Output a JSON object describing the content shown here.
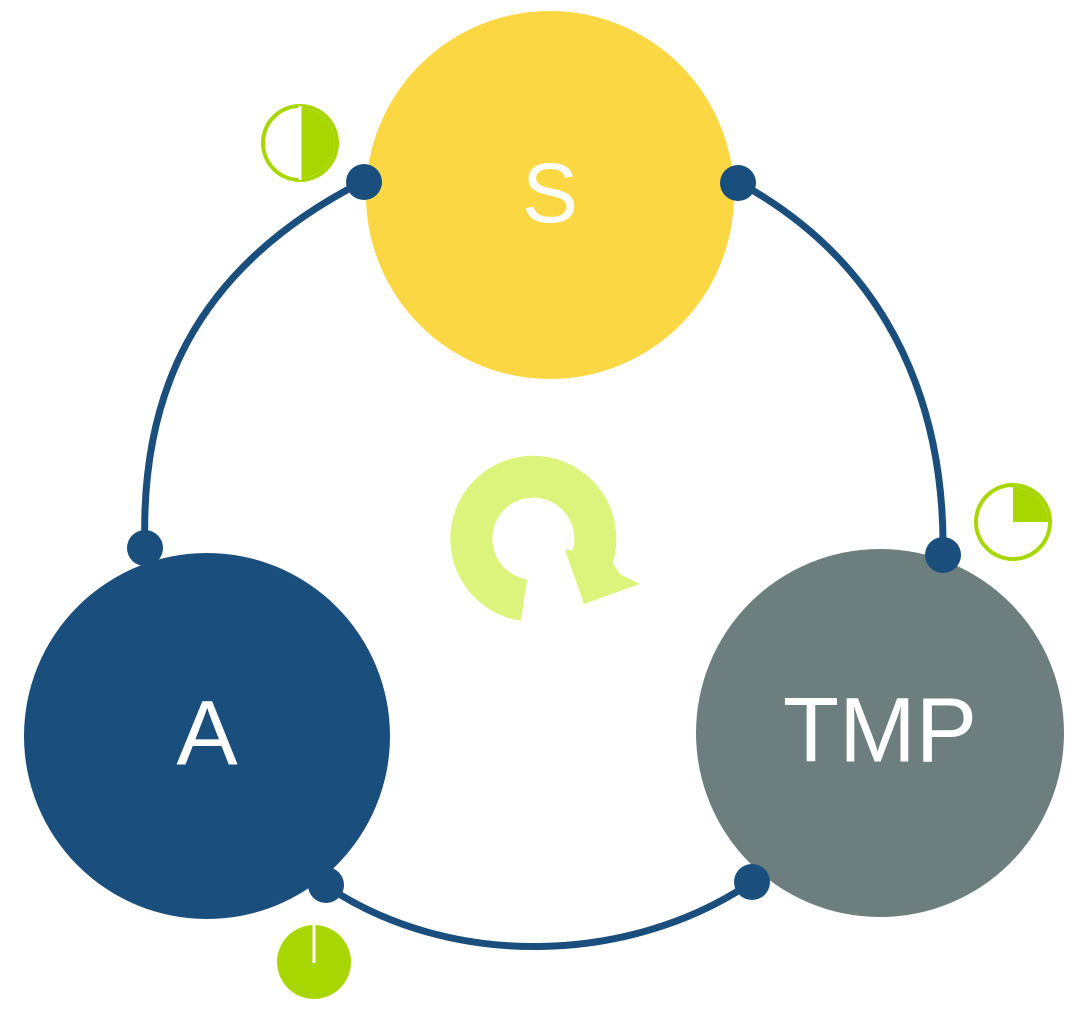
{
  "diagram": {
    "nodes": [
      {
        "id": "s",
        "label": "S",
        "color": "#FBD743"
      },
      {
        "id": "a",
        "label": "A",
        "color": "#1A4E7C"
      },
      {
        "id": "tmp",
        "label": "TMP",
        "color": "#6C7E7E"
      }
    ],
    "connector_color": "#1A4E7C",
    "cycle_icon_color": "#DDF47C",
    "progress_indicators": [
      {
        "id": "s-a",
        "fraction": 0.5,
        "color": "#A8D600"
      },
      {
        "id": "s-tmp",
        "fraction": 0.25,
        "color": "#A8D600"
      },
      {
        "id": "a-tmp",
        "fraction": 1.0,
        "color": "#A8D600"
      }
    ]
  }
}
